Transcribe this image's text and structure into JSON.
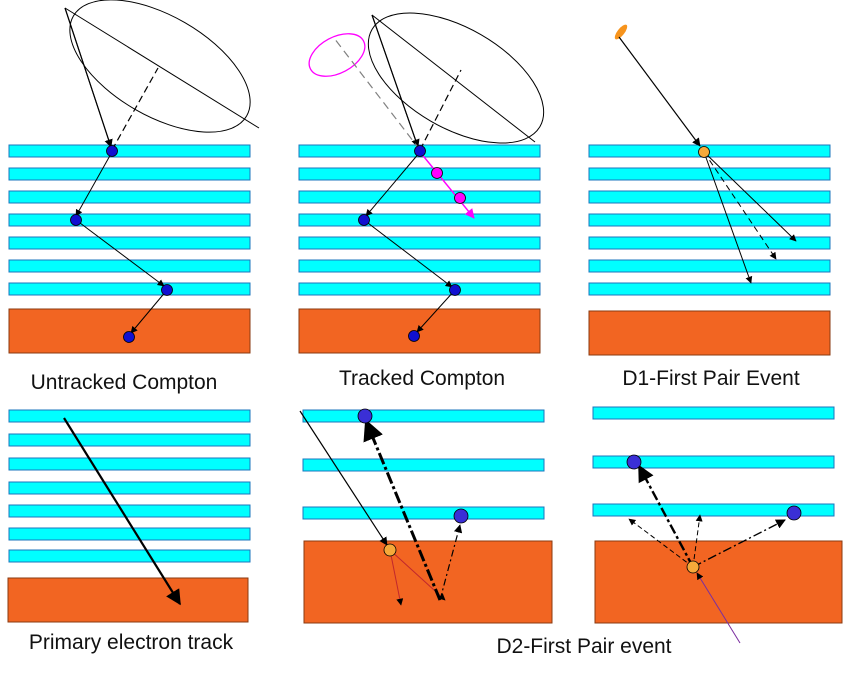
{
  "colors": {
    "tracker_layer": "#00ffff",
    "calorimeter": "#f26522",
    "compton_hit": "#1010d0",
    "pair_vertex": "#f6a93a",
    "magenta": "#ff00ff",
    "orange_marker": "#f7941d",
    "line": "#000000",
    "red_track": "#c1272d",
    "violet_track": "#7b2ea0",
    "d2_hit": "#3a2fd6"
  },
  "panels": {
    "untracked_compton": {
      "label": "Untracked Compton"
    },
    "tracked_compton": {
      "label": "Tracked Compton"
    },
    "d1_first_pair": {
      "label": "D1-First Pair Event"
    },
    "primary_electron": {
      "label": "Primary electron track"
    },
    "d2_first_pair": {
      "label": "D2-First Pair event"
    }
  }
}
